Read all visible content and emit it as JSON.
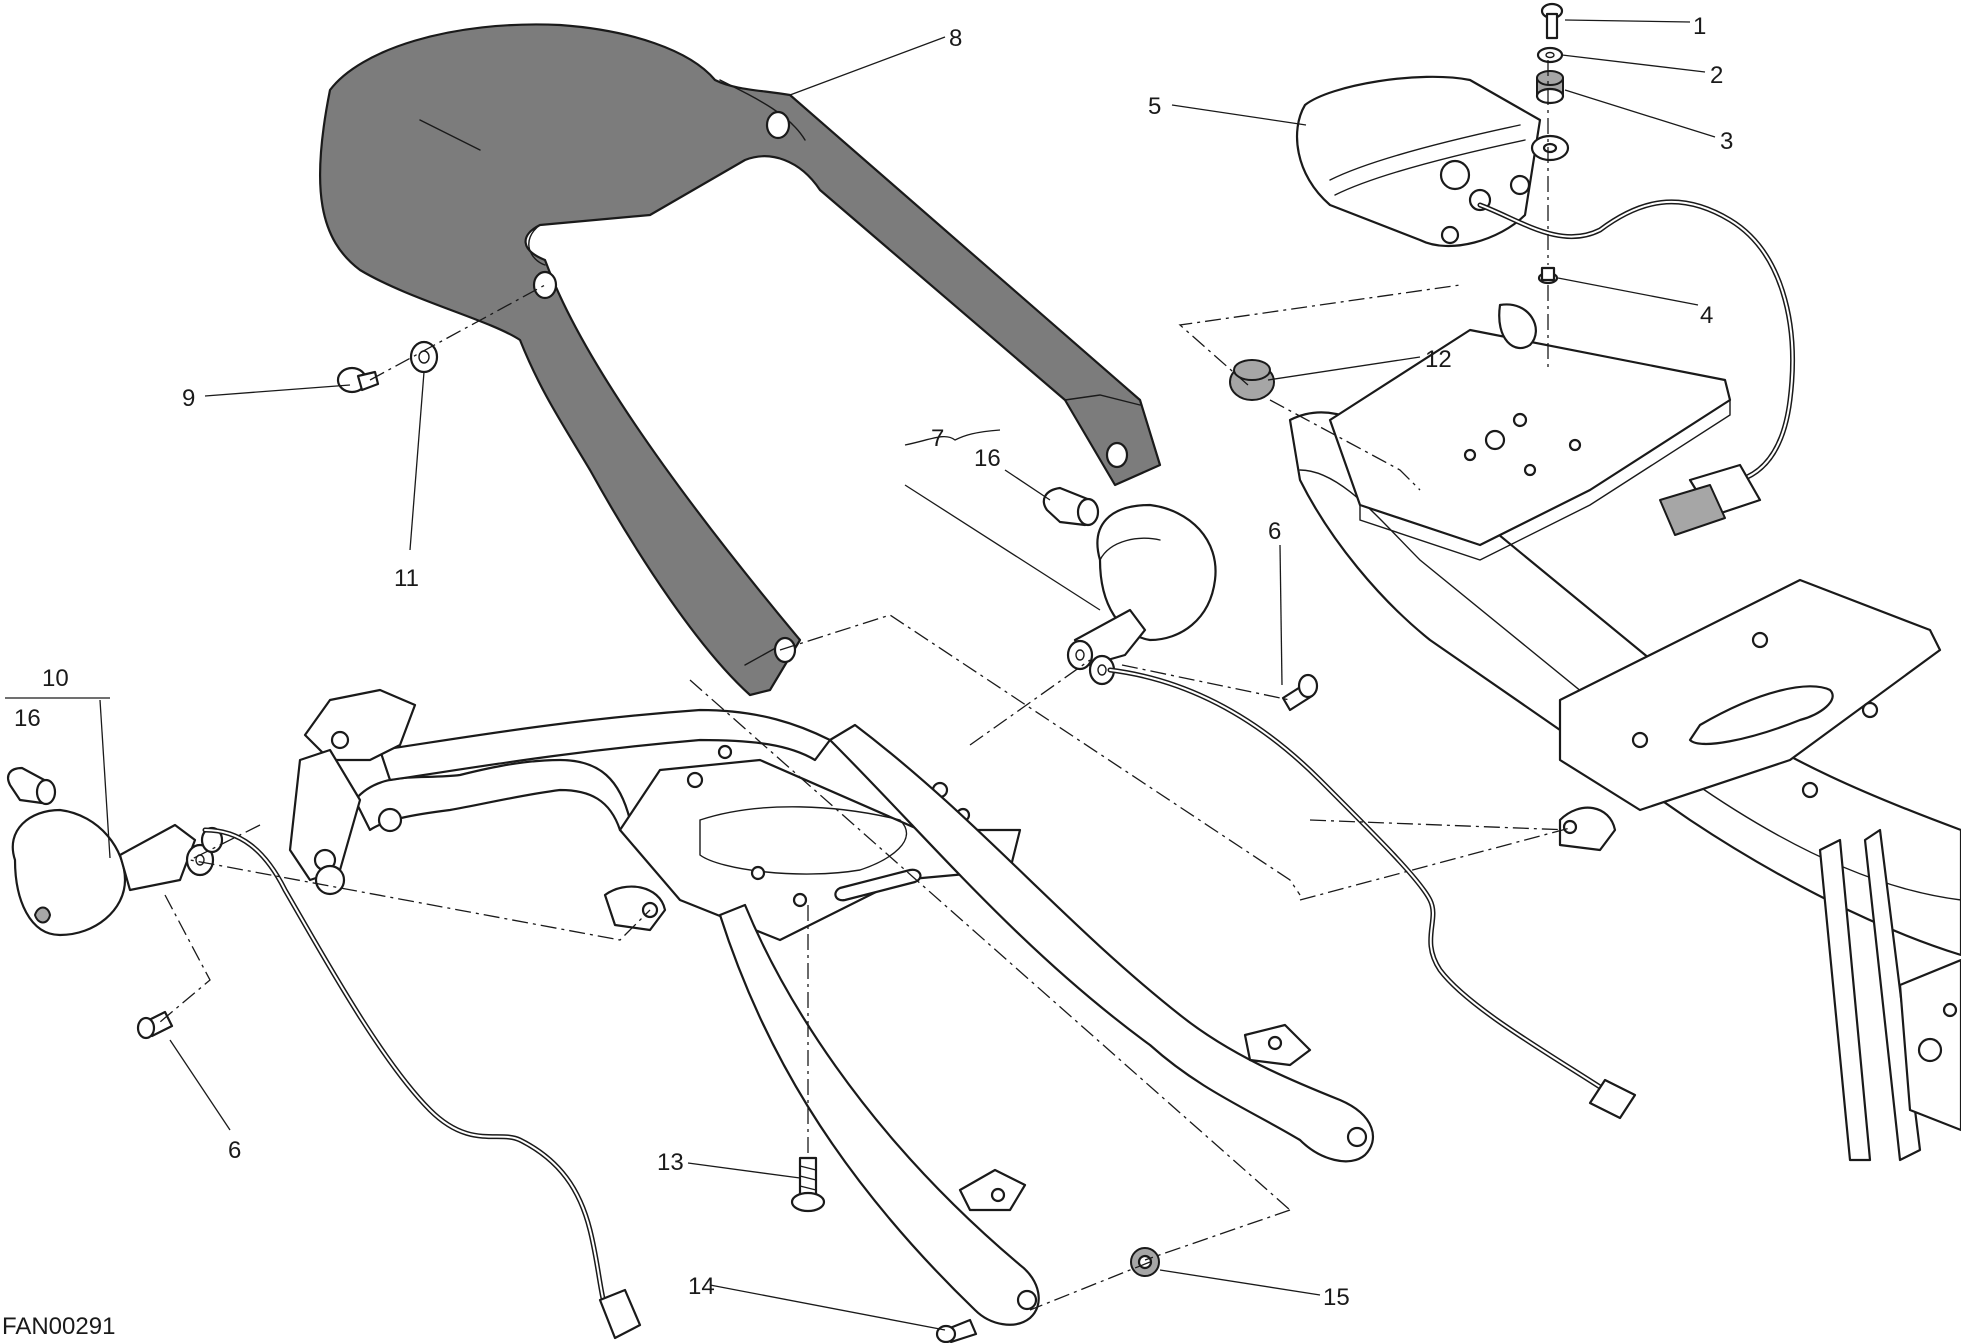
{
  "drawing_code": "FAN00291",
  "callouts": [
    {
      "label": "1"
    },
    {
      "label": "2"
    },
    {
      "label": "3"
    },
    {
      "label": "4"
    },
    {
      "label": "5"
    },
    {
      "label": "6"
    },
    {
      "label": "6"
    },
    {
      "label": "7"
    },
    {
      "label": "8"
    },
    {
      "label": "9"
    },
    {
      "label": "10"
    },
    {
      "label": "11"
    },
    {
      "label": "12"
    },
    {
      "label": "13"
    },
    {
      "label": "14"
    },
    {
      "label": "15"
    },
    {
      "label": "16"
    },
    {
      "label": "16"
    }
  ]
}
